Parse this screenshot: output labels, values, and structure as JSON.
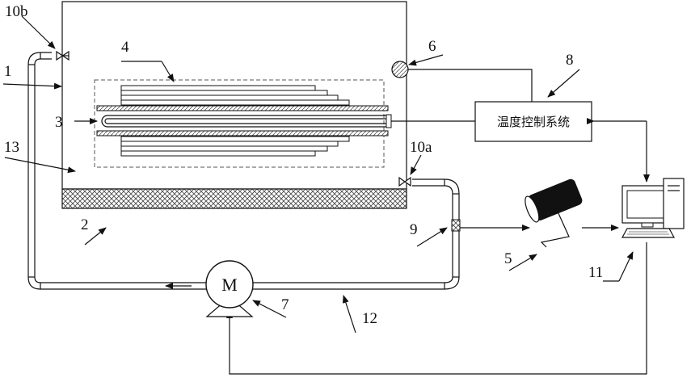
{
  "labels": {
    "l1": "1",
    "l2": "2",
    "l3": "3",
    "l4": "4",
    "l5": "5",
    "l6": "6",
    "l7": "7",
    "l8": "8",
    "l9": "9",
    "l10a": "10a",
    "l10b": "10b",
    "l11": "11",
    "l12": "12",
    "l13": "13"
  },
  "control_box": {
    "text": "温度控制系统"
  },
  "pump": {
    "symbol": "M"
  }
}
